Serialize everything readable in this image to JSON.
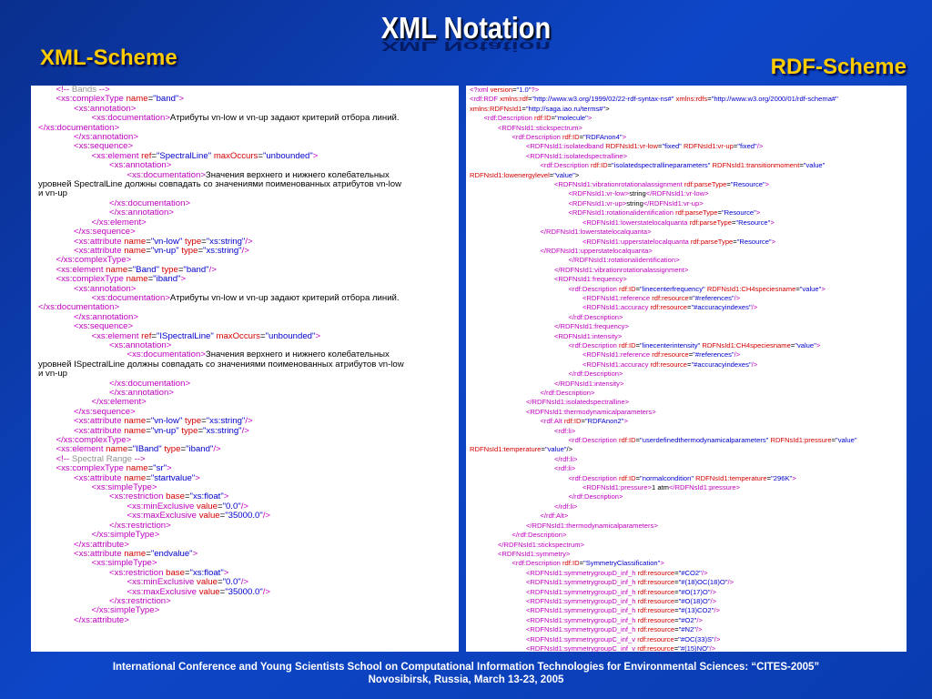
{
  "slide": {
    "title": "XML Notation",
    "left_heading": "XML-Scheme",
    "right_heading": "RDF-Scheme",
    "footer_line1": "International Conference and Young Scientists School on Computational Information Technologies for Environmental Sciences: “CITES-2005”",
    "footer_line2": "Novosibirsk, Russia, March 13-23, 2005"
  },
  "xml_lines": [
    {
      "i": 1,
      "t": "<!-- Bands -->"
    },
    {
      "i": 1,
      "t": "<xs:complexType name=\"band\">"
    },
    {
      "i": 2,
      "t": "<xs:annotation>"
    },
    {
      "i": 3,
      "t": "<xs:documentation>Атрибуты vn-low и vn-up задают критерий отбора линий."
    },
    {
      "i": 0,
      "t": "</xs:documentation>"
    },
    {
      "i": 2,
      "t": "</xs:annotation>"
    },
    {
      "i": 2,
      "t": "<xs:sequence>"
    },
    {
      "i": 3,
      "t": "<xs:element ref=\"SpectralLine\" maxOccurs=\"unbounded\">"
    },
    {
      "i": 4,
      "t": "<xs:annotation>"
    },
    {
      "i": 5,
      "t": "<xs:documentation>Значения верхнего и нижнего колебательных"
    },
    {
      "i": 0,
      "t": "уровней SpectralLine должны совпадать со значениями поименованных атрибутов vn-low"
    },
    {
      "i": 0,
      "t": "и vn-up"
    },
    {
      "i": 4,
      "t": "</xs:documentation>"
    },
    {
      "i": 4,
      "t": "</xs:annotation>"
    },
    {
      "i": 3,
      "t": "</xs:element>"
    },
    {
      "i": 2,
      "t": "</xs:sequence>"
    },
    {
      "i": 2,
      "t": "<xs:attribute name=\"vn-low\" type=\"xs:string\"/>"
    },
    {
      "i": 2,
      "t": "<xs:attribute name=\"vn-up\" type=\"xs:string\"/>"
    },
    {
      "i": 1,
      "t": "</xs:complexType>"
    },
    {
      "i": 1,
      "t": "<xs:element name=\"Band\" type=\"band\"/>"
    },
    {
      "i": 1,
      "t": "<xs:complexType name=\"iband\">"
    },
    {
      "i": 2,
      "t": "<xs:annotation>"
    },
    {
      "i": 3,
      "t": "<xs:documentation>Атрибуты vn-low и vn-up задают критерий отбора линий."
    },
    {
      "i": 0,
      "t": "</xs:documentation>"
    },
    {
      "i": 2,
      "t": "</xs:annotation>"
    },
    {
      "i": 2,
      "t": "<xs:sequence>"
    },
    {
      "i": 3,
      "t": "<xs:element ref=\"ISpectralLine\" maxOccurs=\"unbounded\">"
    },
    {
      "i": 4,
      "t": "<xs:annotation>"
    },
    {
      "i": 5,
      "t": "<xs:documentation>Значения верхнего и нижнего колебательных"
    },
    {
      "i": 0,
      "t": "уровней ISpectralLine должны совпадать со значениями поименованных атрибутов vn-low"
    },
    {
      "i": 0,
      "t": "и vn-up"
    },
    {
      "i": 4,
      "t": "</xs:documentation>"
    },
    {
      "i": 4,
      "t": "</xs:annotation>"
    },
    {
      "i": 3,
      "t": "</xs:element>"
    },
    {
      "i": 2,
      "t": "</xs:sequence>"
    },
    {
      "i": 2,
      "t": "<xs:attribute name=\"vn-low\" type=\"xs:string\"/>"
    },
    {
      "i": 2,
      "t": "<xs:attribute name=\"vn-up\" type=\"xs:string\"/>"
    },
    {
      "i": 1,
      "t": "</xs:complexType>"
    },
    {
      "i": 1,
      "t": "<xs:element name=\"IBand\" type=\"iband\"/>"
    },
    {
      "i": 1,
      "t": "<!-- Spectral Range -->"
    },
    {
      "i": 1,
      "t": "<xs:complexType name=\"sr\">"
    },
    {
      "i": 2,
      "t": "<xs:attribute name=\"startvalue\">"
    },
    {
      "i": 3,
      "t": "<xs:simpleType>"
    },
    {
      "i": 4,
      "t": "<xs:restriction base=\"xs:float\">"
    },
    {
      "i": 5,
      "t": "<xs:minExclusive value=\"0.0\"/>"
    },
    {
      "i": 5,
      "t": "<xs:maxExclusive value=\"35000.0\"/>"
    },
    {
      "i": 4,
      "t": "</xs:restriction>"
    },
    {
      "i": 3,
      "t": "</xs:simpleType>"
    },
    {
      "i": 2,
      "t": "</xs:attribute>"
    },
    {
      "i": 2,
      "t": "<xs:attribute name=\"endvalue\">"
    },
    {
      "i": 3,
      "t": "<xs:simpleType>"
    },
    {
      "i": 4,
      "t": "<xs:restriction base=\"xs:float\">"
    },
    {
      "i": 5,
      "t": "<xs:minExclusive value=\"0.0\"/>"
    },
    {
      "i": 5,
      "t": "<xs:maxExclusive value=\"35000.0\"/>"
    },
    {
      "i": 4,
      "t": "</xs:restriction>"
    },
    {
      "i": 3,
      "t": "</xs:simpleType>"
    },
    {
      "i": 2,
      "t": "</xs:attribute>"
    }
  ],
  "rdf_lines": [
    {
      "i": 0,
      "t": "<?xml version=\"1.0\"?>"
    },
    {
      "i": 0,
      "t": "<rdf:RDF xmlns:rdf=\"http://www.w3.org/1999/02/22-rdf-syntax-ns#\" xmlns:rdfs=\"http://www.w3.org/2000/01/rdf-schema#\""
    },
    {
      "i": 0,
      "t": "xmlns:RDFNsId1=\"http://saga.iao.ru/terms#\">"
    },
    {
      "i": 1,
      "t": "<rdf:Description rdf:ID=\"molecule\">"
    },
    {
      "i": 2,
      "t": "<RDFNsId1:stickspectrum>"
    },
    {
      "i": 3,
      "t": "<rdf:Description rdf:ID=\"RDFAnon4\">"
    },
    {
      "i": 4,
      "t": "<RDFNsId1:isolatedband RDFNsId1:vr-low=\"fixed\" RDFNsId1:vr-up=\"fixed\"/>"
    },
    {
      "i": 4,
      "t": "<RDFNsId1:isolatedspectralline>"
    },
    {
      "i": 5,
      "t": "<rdf:Description rdf:ID=\"isolatedspectrallineparameters\" RDFNsId1:transitionmoment=\"value\""
    },
    {
      "i": 0,
      "t": "RDFNsId1:lowenergylevel=\"value\">"
    },
    {
      "i": 6,
      "t": "<RDFNsId1:vibrationrotationalassignment rdf:parseType=\"Resource\">"
    },
    {
      "i": 7,
      "t": "<RDFNsId1:vr-low>string</RDFNsId1:vr-low>"
    },
    {
      "i": 7,
      "t": "<RDFNsId1:vr-up>string</RDFNsId1:vr-up>"
    },
    {
      "i": 7,
      "t": "<RDFNsId1:rotationalidentification rdf:parseType=\"Resource\">"
    },
    {
      "i": 8,
      "t": "<RDFNsId1:lowerstatelocalquanta rdf:parseType=\"Resource\">"
    },
    {
      "i": 5,
      "t": "</RDFNsId1:lowerstatelocalquanta>"
    },
    {
      "i": 8,
      "t": "<RDFNsId1:upperstatelocalquanta rdf:parseType=\"Resource\">"
    },
    {
      "i": 5,
      "t": "</RDFNsId1:upperstatelocalquanta>"
    },
    {
      "i": 7,
      "t": "</RDFNsId1:rotationalidentification>"
    },
    {
      "i": 6,
      "t": "</RDFNsId1:vibrationrotationalassignment>"
    },
    {
      "i": 6,
      "t": "<RDFNsId1:frequency>"
    },
    {
      "i": 7,
      "t": "<rdf:Description rdf:ID=\"linecenterfrequency\" RDFNsId1:CH4speciesname=\"value\">"
    },
    {
      "i": 8,
      "t": "<RDFNsId1:reference rdf:resource=\"#references\"/>"
    },
    {
      "i": 8,
      "t": "<RDFNsId1:accuracy rdf:resource=\"#accuracyindexes\"/>"
    },
    {
      "i": 7,
      "t": "</rdf:Description>"
    },
    {
      "i": 6,
      "t": "</RDFNsId1:frequency>"
    },
    {
      "i": 6,
      "t": "<RDFNsId1:intensity>"
    },
    {
      "i": 7,
      "t": "<rdf:Description rdf:ID=\"linecenterintensity\" RDFNsId1:CH4speciesname=\"value\">"
    },
    {
      "i": 8,
      "t": "<RDFNsId1:reference rdf:resource=\"#references\"/>"
    },
    {
      "i": 8,
      "t": "<RDFNsId1:accuracy rdf:resource=\"#accuracyindexes\"/>"
    },
    {
      "i": 7,
      "t": "</rdf:Description>"
    },
    {
      "i": 6,
      "t": "</RDFNsId1:intensity>"
    },
    {
      "i": 5,
      "t": "</rdf:Description>"
    },
    {
      "i": 4,
      "t": "</RDFNsId1:isolatedspectralline>"
    },
    {
      "i": 4,
      "t": "<RDFNsId1:thermodynamicalparameters>"
    },
    {
      "i": 5,
      "t": "<rdf:Alt rdf:ID=\"RDFAnon2\">"
    },
    {
      "i": 6,
      "t": "<rdf:li>"
    },
    {
      "i": 7,
      "t": "<rdf:Description rdf:ID=\"userdefinedthermodynamicalparameters\" RDFNsId1:pressure=\"value\""
    },
    {
      "i": 0,
      "t": "RDFNsId1:temperature=\"value\"/>"
    },
    {
      "i": 6,
      "t": "</rdf:li>"
    },
    {
      "i": 6,
      "t": "<rdf:li>"
    },
    {
      "i": 7,
      "t": "<rdf:Description rdf:ID=\"normalcondition\" RDFNsId1:temperature=\"296K\">"
    },
    {
      "i": 8,
      "t": "<RDFNsId1:pressure>1 atm</RDFNsId1:pressure>"
    },
    {
      "i": 7,
      "t": "</rdf:Description>"
    },
    {
      "i": 6,
      "t": "</rdf:li>"
    },
    {
      "i": 5,
      "t": "</rdf:Alt>"
    },
    {
      "i": 4,
      "t": "</RDFNsId1:thermodynamicalparameters>"
    },
    {
      "i": 3,
      "t": "</rdf:Description>"
    },
    {
      "i": 2,
      "t": "</RDFNsId1:stickspectrum>"
    },
    {
      "i": 2,
      "t": "<RDFNsId1:symmetry>"
    },
    {
      "i": 3,
      "t": "<rdf:Description rdf:ID=\"SymmetryClassification\">"
    },
    {
      "i": 4,
      "t": "<RDFNsId1:symmetrygroupD_inf_h rdf:resource=\"#CO2\"/>"
    },
    {
      "i": 4,
      "t": "<RDFNsId1:symmetrygroupD_inf_h rdf:resource=\"#(18)OC(18)O\"/>"
    },
    {
      "i": 4,
      "t": "<RDFNsId1:symmetrygroupD_inf_h rdf:resource=\"#O(17)O\"/>"
    },
    {
      "i": 4,
      "t": "<RDFNsId1:symmetrygroupD_inf_h rdf:resource=\"#O(18)O\"/>"
    },
    {
      "i": 4,
      "t": "<RDFNsId1:symmetrygroupD_inf_h rdf:resource=\"#(13)CO2\"/>"
    },
    {
      "i": 4,
      "t": "<RDFNsId1:symmetrygroupD_inf_h rdf:resource=\"#O2\"/>"
    },
    {
      "i": 4,
      "t": "<RDFNsId1:symmetrygroupD_inf_h rdf:resource=\"#N2\"/>"
    },
    {
      "i": 4,
      "t": "<RDFNsId1:symmetrygroupC_inf_v rdf:resource=\"#OC(33)S\"/>"
    },
    {
      "i": 4,
      "t": "<RDFNsId1:symmetrygroupC_inf_v rdf:resource=\"#(15)NO\"/>"
    }
  ],
  "colors": {
    "background": "#0a3cb0",
    "heading": "#ffcc00",
    "tag": "#c000c0",
    "attribute": "#d40000",
    "value": "#0000cc"
  }
}
